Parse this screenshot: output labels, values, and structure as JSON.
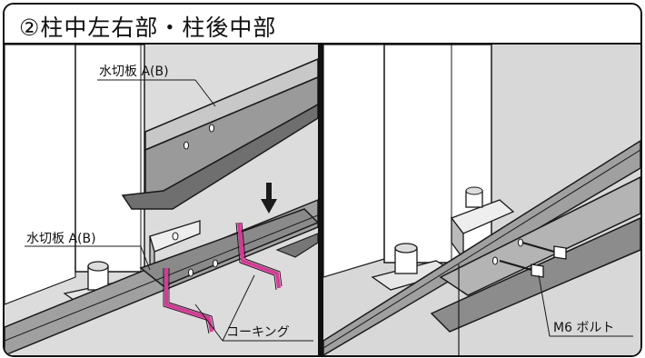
{
  "title": "②柱中左右部・柱後中部",
  "labels": {
    "flashing_top": "水切板 A(B)",
    "flashing_left": "水切板 A(B)",
    "caulking": "コーキング",
    "bolt": "M6 ボルト"
  },
  "colors": {
    "line": "#1a1a1a",
    "wall_gray": "#d9d9d9",
    "steel_dark": "#7a7a7a",
    "steel_mid": "#a8a8a8",
    "steel_light": "#c9c9c9",
    "caulk": "#e0349a"
  },
  "icons": {
    "arrow": "down-arrow-icon"
  }
}
